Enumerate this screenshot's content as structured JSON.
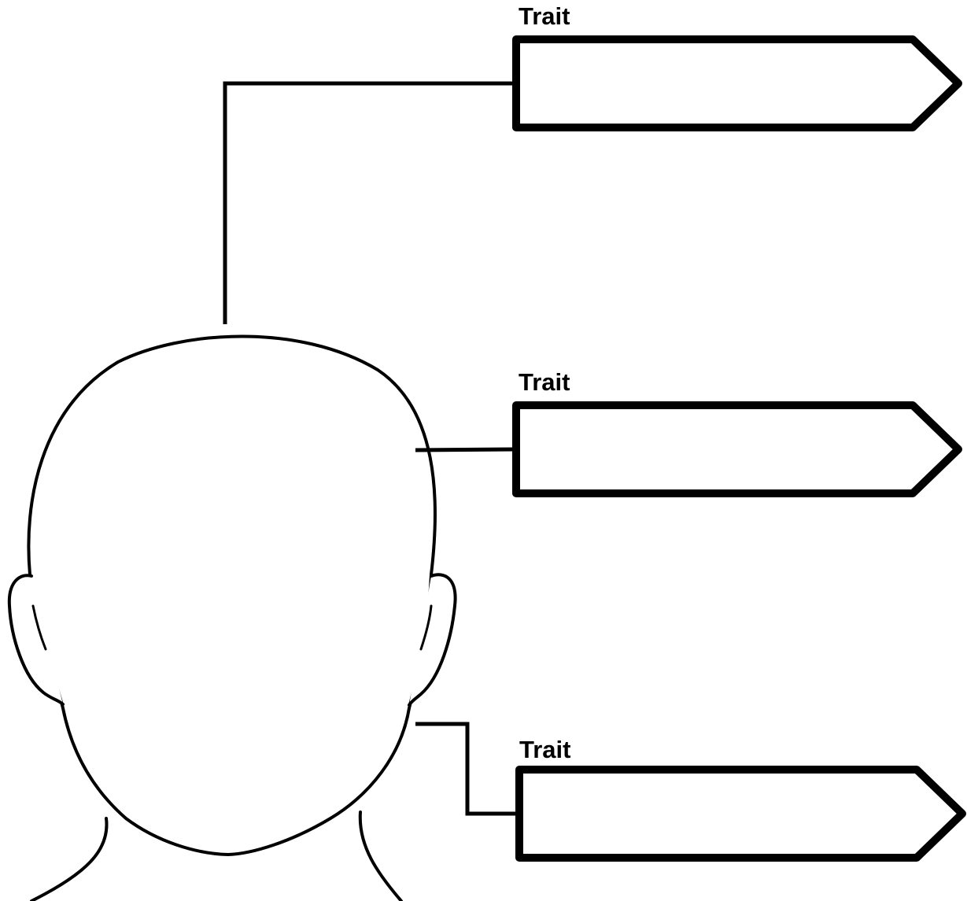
{
  "colors": {
    "background": "#ffffff",
    "line": "#000000",
    "face_fill": "#ffffff"
  },
  "traits": [
    {
      "label": "Trait",
      "value": ""
    },
    {
      "label": "Trait",
      "value": ""
    },
    {
      "label": "Trait",
      "value": ""
    }
  ]
}
